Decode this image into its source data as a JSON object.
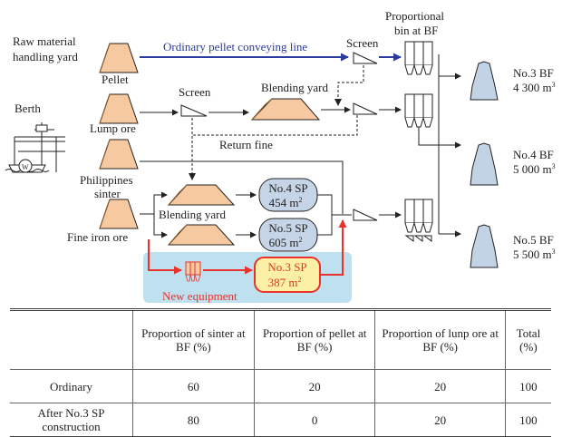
{
  "diagram": {
    "raw_material_yard": "Raw material handling yard",
    "pellet": "Pellet",
    "conveying_line": "Ordinary pellet conveying line",
    "screen": "Screen",
    "proportional_bin": "Proportional bin at BF",
    "berth": "Berth",
    "lump_ore": "Lump ore",
    "blending_yard": "Blending yard",
    "return_fine": "Return fine",
    "philippines_sinter": "Philippines sinter",
    "fine_iron_ore": "Fine iron ore",
    "new_equipment": "New equipment",
    "sp": [
      {
        "name": "No.4 SP",
        "area": "454 m",
        "unit_sup": "2"
      },
      {
        "name": "No.5 SP",
        "area": "605 m",
        "unit_sup": "2"
      },
      {
        "name": "No.3 SP",
        "area": "387 m",
        "unit_sup": "2"
      }
    ],
    "bf": [
      {
        "name": "No.3 BF",
        "volume": "4 300 m",
        "unit_sup": "3"
      },
      {
        "name": "No.4 BF",
        "volume": "5 000 m",
        "unit_sup": "3"
      },
      {
        "name": "No.5 BF",
        "volume": "5 500 m",
        "unit_sup": "3"
      }
    ],
    "colors": {
      "ore": "#f6c9a0",
      "sp_fill": "#c5d4e6",
      "new_sp_fill": "#fbf0a6",
      "new_zone": "#a8d5ea",
      "red": "#e8322b",
      "blue": "#2b3a9e",
      "bf_fill": "#c3d3e6"
    }
  },
  "table": {
    "headers": [
      "",
      "Proportion of sinter at BF (%)",
      "Proportion of pellet at BF (%)",
      "Proportion of lunp ore at BF (%)",
      "Total (%)"
    ],
    "rows": [
      {
        "label": "Ordinary",
        "values": [
          "60",
          "20",
          "20",
          "100"
        ]
      },
      {
        "label": "After No.3 SP construction",
        "values": [
          "80",
          "0",
          "20",
          "100"
        ]
      }
    ]
  }
}
